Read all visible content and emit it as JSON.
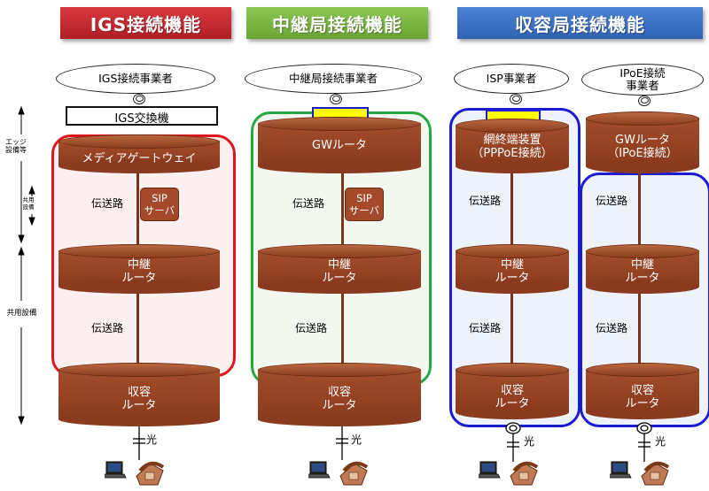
{
  "headers": {
    "igs": "IGS接続機能",
    "chukei": "中継局接続機能",
    "shuyo": "収容局接続機能"
  },
  "colors": {
    "igs_header": "#c0262c",
    "chukei_header": "#79b53f",
    "shuyo_header": "#3a6fc1",
    "igs_group": "#e0141c",
    "chukei_group": "#27a744",
    "shuyo_group": "#1b1bd0",
    "cylinder": "#9c4628"
  },
  "operators": {
    "igs": "IGS接続事業者",
    "chukei": "中継局接続事業者",
    "isp": "ISP事業者",
    "ipoe": "IPoE接続\n事業者"
  },
  "igs_exchange": "IGS交換機",
  "side_labels": {
    "edge": "エッジ\n設備等",
    "shared_small": "共用\n設備",
    "shared": "共用設備"
  },
  "columns": {
    "igs": {
      "top": "メディアゲートウェイ",
      "path1": "伝送路",
      "sip": "SIP\nサーバ",
      "relay": "中継\nルータ",
      "path2": "伝送路",
      "bottom": "収容\nルータ"
    },
    "chukei": {
      "top": "GWルータ",
      "path1": "伝送路",
      "sip": "SIP\nサーバ",
      "relay": "中継\nルータ",
      "path2": "伝送路",
      "bottom": "収容\nルータ"
    },
    "isp": {
      "top": "網終端装置\n（PPPoE接続）",
      "path1": "伝送路",
      "relay": "中継\nルータ",
      "path2": "伝送路",
      "bottom": "収容\nルータ"
    },
    "ipoe": {
      "top": "GWルータ\n（IPoE接続）",
      "path1": "伝送路",
      "relay": "中継\nルータ",
      "path2": "伝送路",
      "bottom": "収容\nルータ"
    }
  },
  "fiber_label": "光",
  "icons": [
    "laptop-icon",
    "telephone-icon"
  ]
}
